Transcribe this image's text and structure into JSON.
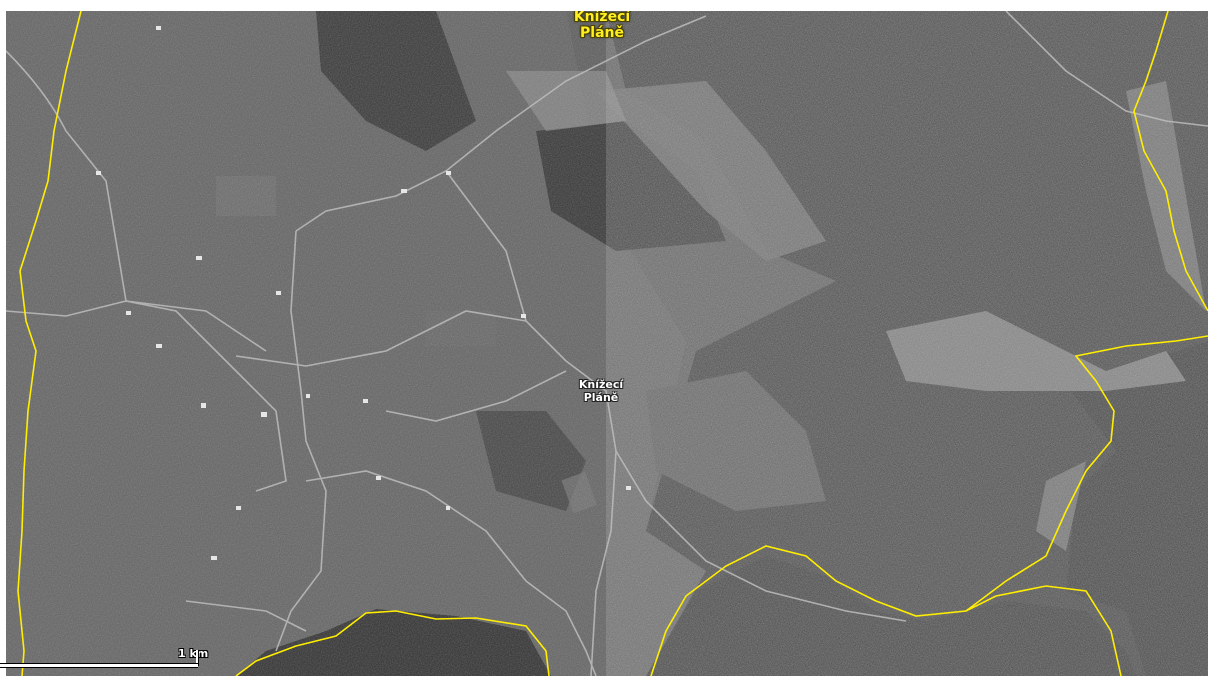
{
  "map": {
    "labels": {
      "top_line1": "Knížecí",
      "top_line2": "Pláně",
      "center_line1": "Knížecí",
      "center_line2": "Pláně"
    },
    "scale_bar": "1 km",
    "colors": {
      "border": "#ffee00",
      "label_yellow": "#ffee22",
      "label_white": "#ffffff"
    }
  }
}
